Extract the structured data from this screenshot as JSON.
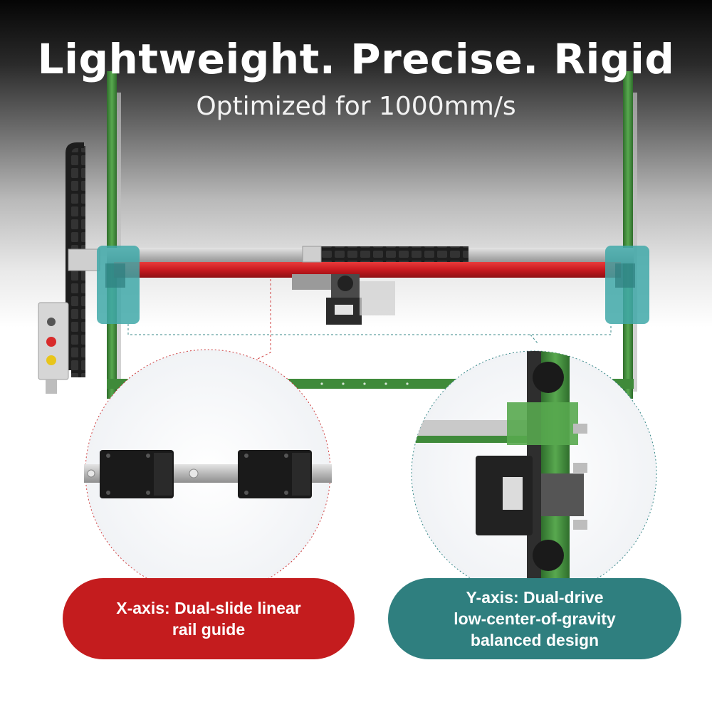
{
  "header": {
    "title": "Lightweight. Precise. Rigid",
    "subtitle": "Optimized for 1000mm/s"
  },
  "callouts": {
    "x_axis": {
      "lines": [
        "X-axis: Dual-slide linear",
        "rail guide"
      ],
      "color": "#c41c1e"
    },
    "y_axis": {
      "lines": [
        "Y-axis: Dual-drive",
        "low-center-of-gravity",
        "balanced design"
      ],
      "color": "#2f7f7f"
    }
  },
  "colors": {
    "frame_green": "#3f8a3a",
    "rail_red": "#c8191f",
    "carriage_teal": "#3fa8a8",
    "slider_black": "#1a1a1a"
  }
}
